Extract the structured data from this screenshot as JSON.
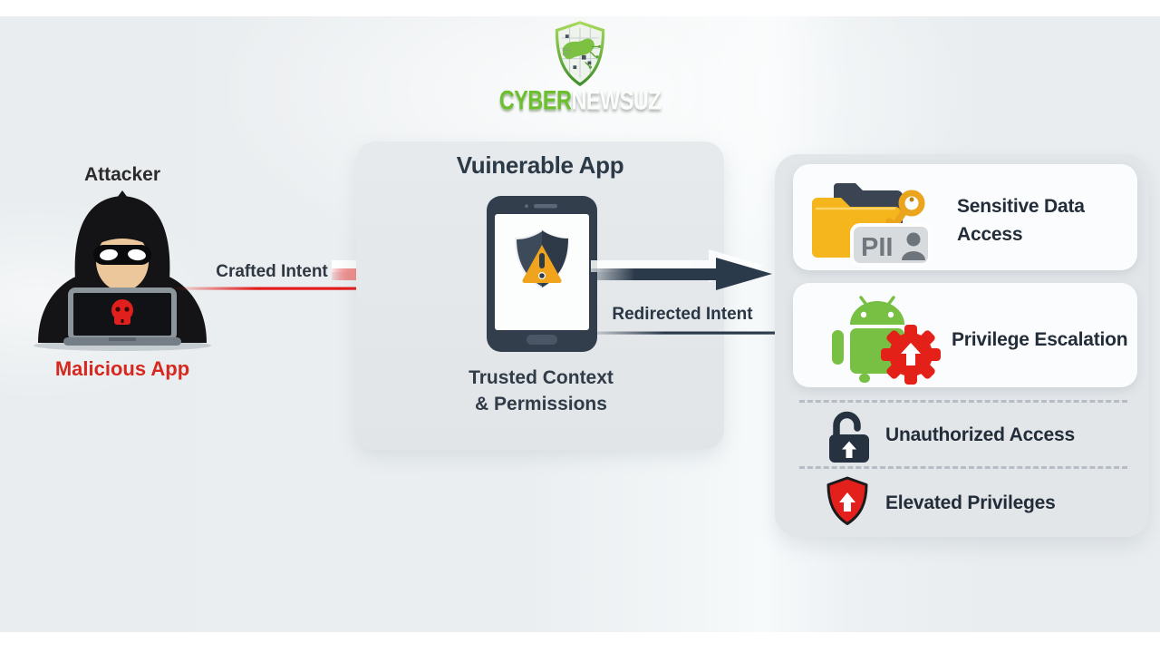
{
  "brand": {
    "name_primary": "CYBER",
    "name_secondary": "NEWSUZ",
    "logo_icon": "shield-circuit-map-icon",
    "green": "#6cbf2e"
  },
  "attacker": {
    "label": "Attacker",
    "sublabel": "Malicious App",
    "icon": "hooded-hacker-laptop-skull-icon",
    "sublabel_color": "#d6281f"
  },
  "flow": {
    "crafted_intent_label": "Crafted Intent",
    "redirected_intent_label": "Redirected Intent",
    "crafted_arrow_color": "#e21b1b",
    "redirected_arrow_color": "#2b3a4b"
  },
  "vulnerable_app": {
    "title": "Vuinerable App",
    "icon": "smartphone-shield-warning-icon",
    "caption": [
      "Trusted Context",
      "& Permissions"
    ]
  },
  "outcomes": [
    {
      "label": [
        "Sensitive Data",
        "Access"
      ],
      "badge": "PII",
      "icon": "folder-pii-key-icon",
      "style": "card"
    },
    {
      "label": [
        "Privilege Escalation"
      ],
      "icon": "android-robot-gear-up-icon",
      "style": "card"
    },
    {
      "label": [
        "Unauthorized Access"
      ],
      "icon": "open-padlock-up-arrow-icon",
      "style": "row"
    },
    {
      "label": [
        "Elevated Privileges"
      ],
      "icon": "red-shield-up-arrow-icon",
      "style": "row"
    }
  ],
  "colors": {
    "background": "#e8ecee",
    "panel": "#e2e6e9",
    "card": "#fbfcfd",
    "text_dark": "#2b3542",
    "android_green": "#77c043",
    "gear_red": "#e32119",
    "warning_orange": "#f0a41e",
    "folder_yellow": "#f5b51c"
  }
}
